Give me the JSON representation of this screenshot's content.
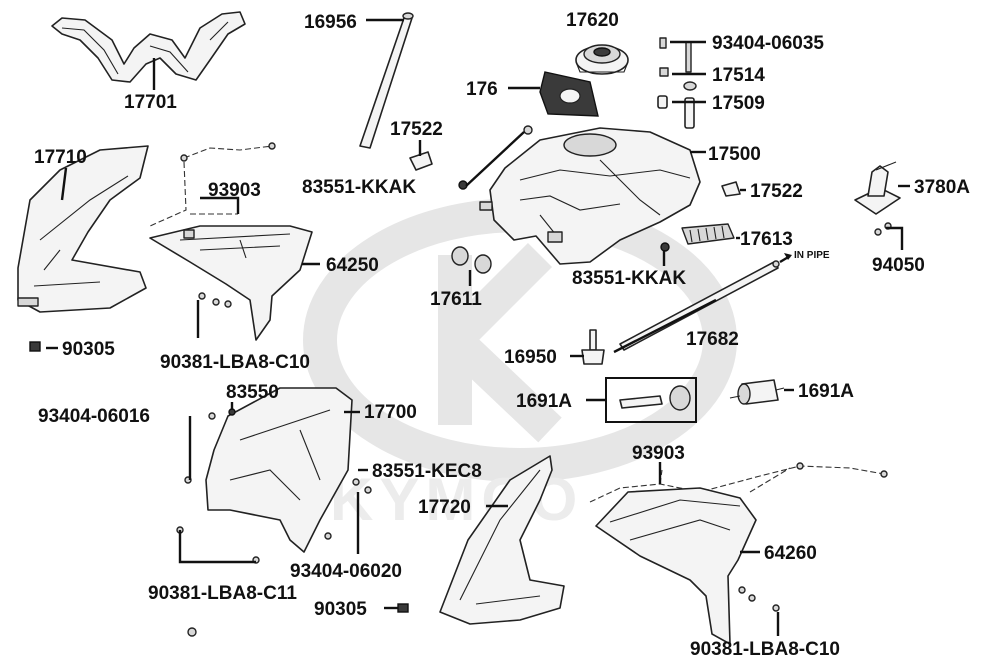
{
  "diagram": {
    "watermark": "KYMCO",
    "labels": [
      {
        "id": "p17701",
        "text": "17701"
      },
      {
        "id": "p16956",
        "text": "16956"
      },
      {
        "id": "p17620",
        "text": "17620"
      },
      {
        "id": "p93404_06035",
        "text": "93404-06035"
      },
      {
        "id": "p17514",
        "text": "17514"
      },
      {
        "id": "p176",
        "text": "176"
      },
      {
        "id": "p17509",
        "text": "17509"
      },
      {
        "id": "p17522a",
        "text": "17522"
      },
      {
        "id": "p17710",
        "text": "17710"
      },
      {
        "id": "p17500",
        "text": "17500"
      },
      {
        "id": "p93903a",
        "text": "93903"
      },
      {
        "id": "p83551_kkak_a",
        "text": "83551-KKAK"
      },
      {
        "id": "p17522b",
        "text": "17522"
      },
      {
        "id": "p3780a",
        "text": "3780A"
      },
      {
        "id": "p17613",
        "text": "17613"
      },
      {
        "id": "p64250",
        "text": "64250"
      },
      {
        "id": "p83551_kkak_b",
        "text": "83551-KKAK"
      },
      {
        "id": "p94050",
        "text": "94050"
      },
      {
        "id": "p17611",
        "text": "17611"
      },
      {
        "id": "p17682",
        "text": "17682"
      },
      {
        "id": "p90305a",
        "text": "90305"
      },
      {
        "id": "p90381_lba8_c10a",
        "text": "90381-LBA8-C10"
      },
      {
        "id": "p16950",
        "text": "16950"
      },
      {
        "id": "p83550",
        "text": "83550"
      },
      {
        "id": "p1691a_a",
        "text": "1691A"
      },
      {
        "id": "p1691a_b",
        "text": "1691A"
      },
      {
        "id": "p93404_06016",
        "text": "93404-06016"
      },
      {
        "id": "p17700",
        "text": "17700"
      },
      {
        "id": "p93903b",
        "text": "93903"
      },
      {
        "id": "p83551_kec8",
        "text": "83551-KEC8"
      },
      {
        "id": "p17720",
        "text": "17720"
      },
      {
        "id": "p64260",
        "text": "64260"
      },
      {
        "id": "p93404_06020",
        "text": "93404-06020"
      },
      {
        "id": "p90381_lba8_c11",
        "text": "90381-LBA8-C11"
      },
      {
        "id": "p90305b",
        "text": "90305"
      },
      {
        "id": "p90381_lba8_c10b",
        "text": "90381-LBA8-C10"
      }
    ],
    "note_in_pipe": "IN PIPE"
  }
}
